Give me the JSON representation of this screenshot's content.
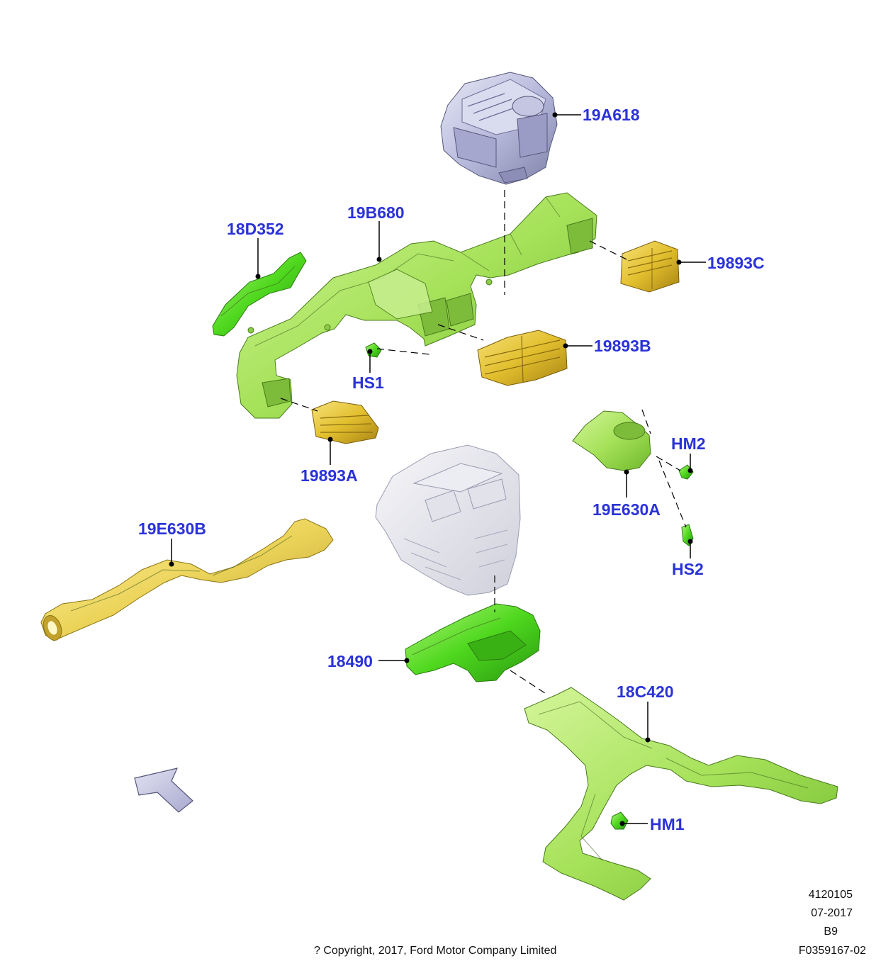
{
  "callouts": {
    "c19A618": "19A618",
    "c19B680": "19B680",
    "c18D352": "18D352",
    "c19893C": "19893C",
    "c19893B": "19893B",
    "cHS1": "HS1",
    "c19893A": "19893A",
    "cHM2": "HM2",
    "c19E630A": "19E630A",
    "cHS2": "HS2",
    "c19E630B": "19E630B",
    "c18490": "18490",
    "c18C420": "18C420",
    "cHM1": "HM1"
  },
  "footer": {
    "copyright": "? Copyright, 2017, Ford Motor Company Limited",
    "code1": "4120105",
    "code2": "07-2017",
    "code3": "B9",
    "code4": "F0359167-02"
  },
  "colors": {
    "label": "#2a32d8",
    "green_part": "#9ee04a",
    "bright_green_part": "#4fd81e",
    "yellow_part": "#e8c63a",
    "grey_part": "#b4b6d6"
  }
}
